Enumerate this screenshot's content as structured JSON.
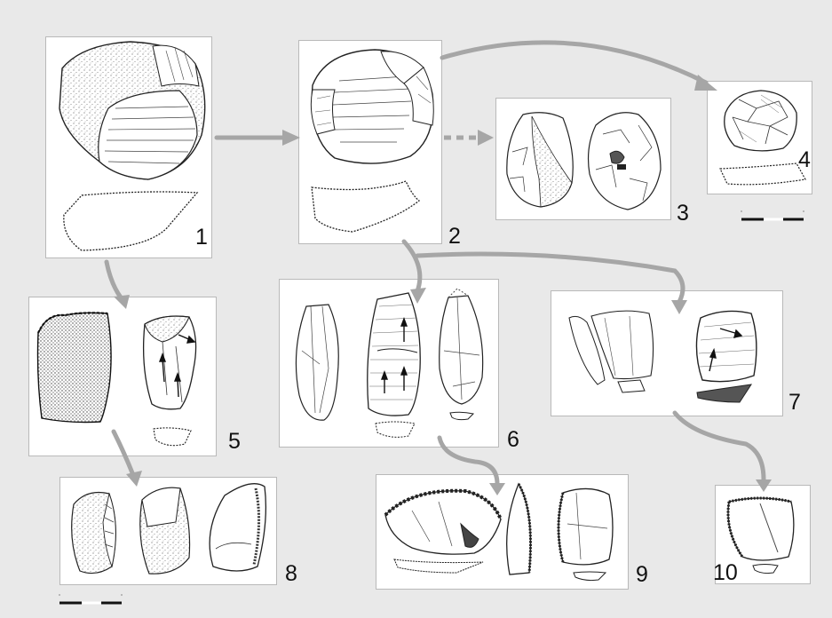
{
  "figure": {
    "background": "#e9e9e9",
    "arrow_color": "#a6a6a6",
    "line_color": "#222222",
    "stipple_color": "#6a6a6a",
    "panels": [
      {
        "id": "1",
        "label": "1",
        "content": "cobble with cortex and flake scars, plus side profile"
      },
      {
        "id": "2",
        "label": "2",
        "content": "centripetal core with section profile"
      },
      {
        "id": "3",
        "label": "3",
        "content": "two faces of a flaked artifact"
      },
      {
        "id": "4",
        "label": "4",
        "content": "small core with profile"
      },
      {
        "id": "5",
        "label": "5",
        "content": "cortical flake and scarred blank with arrows"
      },
      {
        "id": "6",
        "label": "6",
        "content": "three views of a blade with directional arrows"
      },
      {
        "id": "7",
        "label": "7",
        "content": "flakes and core fragment with arrows"
      },
      {
        "id": "8",
        "label": "8",
        "content": "three retouched tools"
      },
      {
        "id": "9",
        "label": "9",
        "content": "scraper and pointed tools with sections"
      },
      {
        "id": "10",
        "label": "10",
        "content": "small retouched tool with section"
      }
    ],
    "links": [
      {
        "from": "1",
        "to": "2",
        "style": "solid"
      },
      {
        "from": "2",
        "to": "3",
        "style": "dashed"
      },
      {
        "from": "2",
        "to": "4",
        "style": "solid"
      },
      {
        "from": "1",
        "to": "5",
        "style": "solid"
      },
      {
        "from": "2",
        "to": "6",
        "style": "solid"
      },
      {
        "from": "2",
        "to": "7",
        "style": "solid"
      },
      {
        "from": "5",
        "to": "8",
        "style": "solid"
      },
      {
        "from": "6",
        "to": "9",
        "style": "solid"
      },
      {
        "from": "7",
        "to": "10",
        "style": "solid"
      }
    ]
  }
}
